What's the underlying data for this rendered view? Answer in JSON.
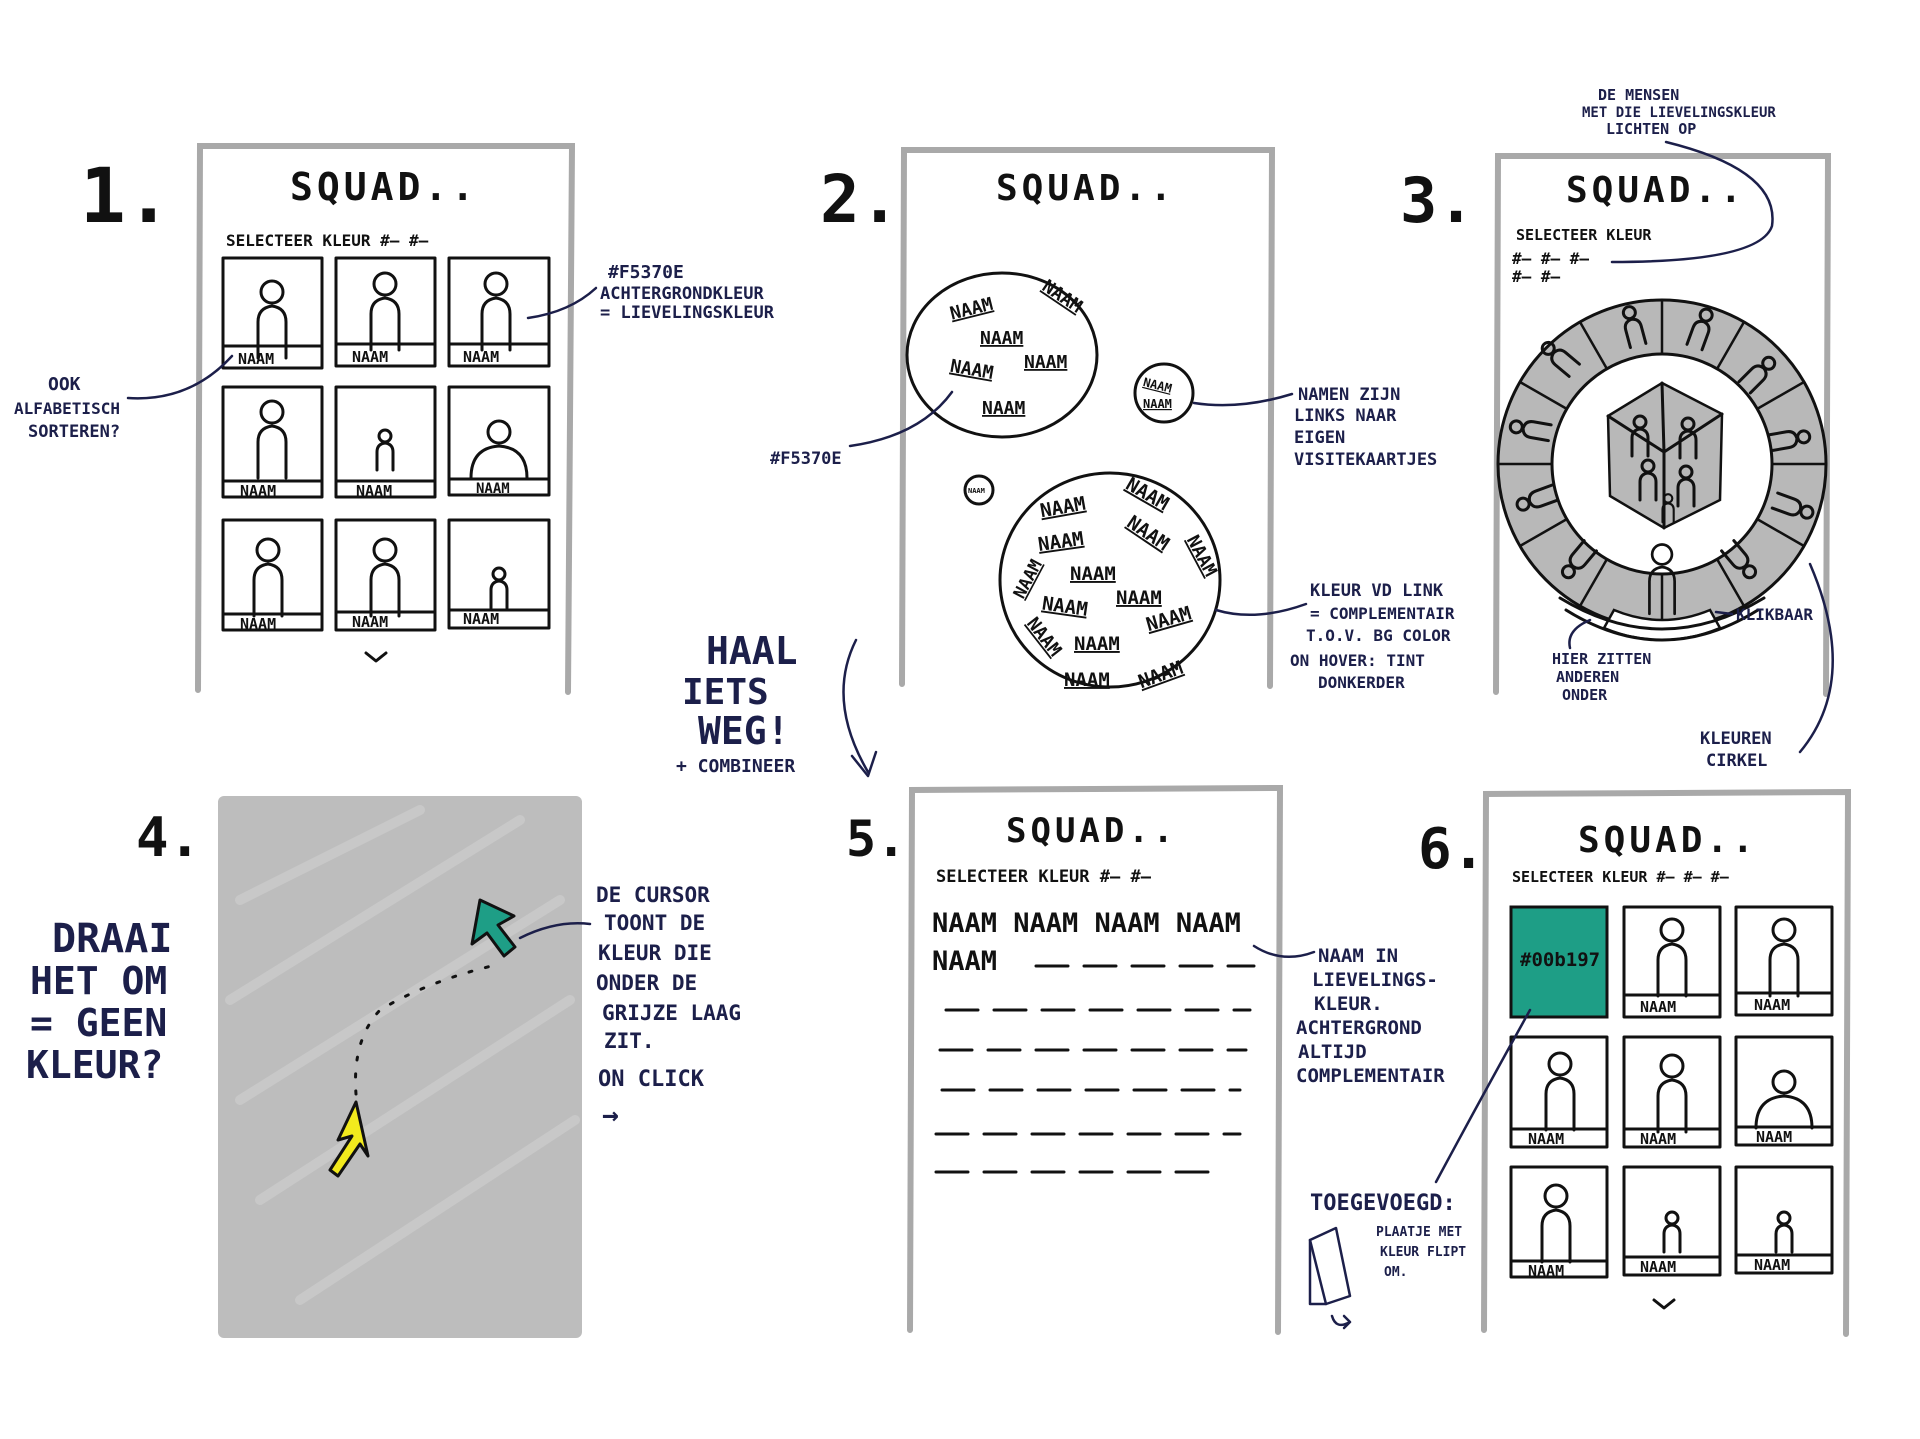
{
  "panels": [
    {
      "number": "1.",
      "title": "SQUAD..",
      "select_label": "SELECTEER KLEUR #– #–",
      "card_label": "NAAM"
    },
    {
      "number": "2.",
      "title": "SQUAD.."
    },
    {
      "number": "3.",
      "title": "SQUAD..",
      "select_label": "SELECTEER KLEUR",
      "swatches_row1": "#–  #–  #–",
      "swatches_row2": "#–  #–"
    },
    {
      "number": "4."
    },
    {
      "number": "5.",
      "title": "SQUAD..",
      "select_label": "SELECTEER KLEUR #– #–",
      "names_row1": "NAAM NAAM NAAM NAAM",
      "names_row2": "NAAM"
    },
    {
      "number": "6.",
      "title": "SQUAD..",
      "select_label": "SELECTEER KLEUR #– #– #–",
      "color_card_label": "#00b197",
      "card_label": "NAAM"
    }
  ],
  "bubble_label": "NAAM",
  "bubble_small_label": "NAAM",
  "annotations": {
    "p1_color": "#F5370E",
    "p1_bg_1": "ACHTERGRONDKLEUR",
    "p1_bg_2": "= LIEVELINGSKLEUR",
    "p1_sort_1": "OOK",
    "p1_sort_2": "ALFABETISCH",
    "p1_sort_3": "SORTEREN?",
    "p2_color": "#F5370E",
    "p2_links_1": "NAMEN ZIJN",
    "p2_links_2": "LINKS NAAR",
    "p2_links_3": "EIGEN",
    "p2_links_4": "VISITEKAARTJES",
    "p2_link_color_1": "KLEUR VD LINK",
    "p2_link_color_2": "= COMPLEMENTAIR",
    "p2_link_color_3": "T.O.V. BG COLOR",
    "p2_link_color_4": "ON HOVER: TINT",
    "p2_link_color_5": "DONKERDER",
    "p3_people_1": "DE MENSEN",
    "p3_people_2": "MET DIE LIEVELINGSKLEUR",
    "p3_people_3": "LICHTEN OP",
    "p3_clickable": "KLIKBAAR",
    "p3_under_1": "HIER ZITTEN",
    "p3_under_2": "ANDEREN",
    "p3_under_3": "ONDER",
    "p3_wheel_1": "KLEUREN",
    "p3_wheel_2": "CIRKEL",
    "haal_1": "HAAL",
    "haal_2": "IETS",
    "haal_3": "WEG!",
    "haal_4": "+ COMBINEER",
    "draai_1": "DRAAI",
    "draai_2": "HET OM",
    "draai_3": "= GEEN",
    "draai_4": "KLEUR?",
    "p4_cursor_1": "DE CURSOR",
    "p4_cursor_2": "TOONT DE",
    "p4_cursor_3": "KLEUR DIE",
    "p4_cursor_4": "ONDER DE",
    "p4_cursor_5": "GRIJZE LAAG",
    "p4_cursor_6": "ZIT.",
    "p4_cursor_7": "ON CLICK",
    "p4_arrow": "→",
    "p5_note_1": "NAAM IN",
    "p5_note_2": "LIEVELINGS-",
    "p5_note_3": "KLEUR.",
    "p5_note_4": "ACHTERGROND",
    "p5_note_5": "ALTIJD",
    "p5_note_6": "COMPLEMENTAIR",
    "p6_added": "TOEGEVOEGD:",
    "p6_flip_1": "PLAATJE MET",
    "p6_flip_2": "KLEUR FLIPT",
    "p6_flip_3": "OM."
  },
  "colors": {
    "ink": "#111111",
    "navy": "#1c1f4a",
    "frame_gray": "#a9a9a9",
    "wheel_gray": "#b8b8b8",
    "cover_gray": "#bdbdbd",
    "teal": "#1e9e86",
    "yellow": "#f2ea1d"
  },
  "icons": [
    "person-icon",
    "chevron-down-icon",
    "cursor-arrow-icon",
    "flip-card-icon"
  ]
}
